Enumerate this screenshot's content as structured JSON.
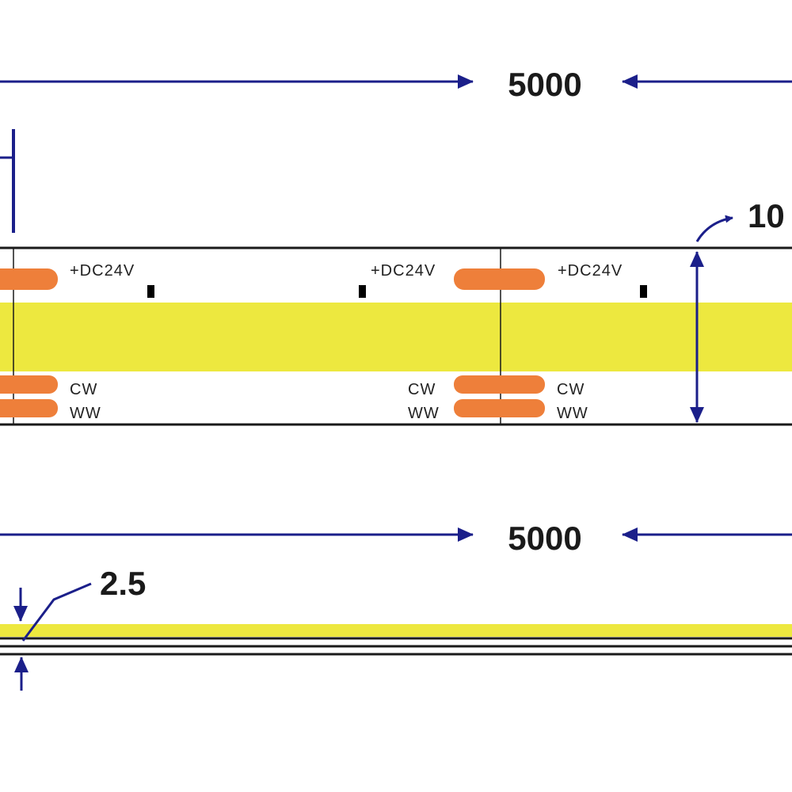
{
  "dimensions": {
    "length_top": "5000",
    "length_bottom": "5000",
    "width": "10",
    "thickness": "2.5"
  },
  "labels": {
    "power": "+DC24V",
    "cold_white": "CW",
    "warm_white": "WW"
  },
  "colors": {
    "dimension_line": "#1b1f8a",
    "led_band": "#ede83f",
    "solder_pad": "#ee7f3a",
    "outline": "#1a1a1a"
  }
}
